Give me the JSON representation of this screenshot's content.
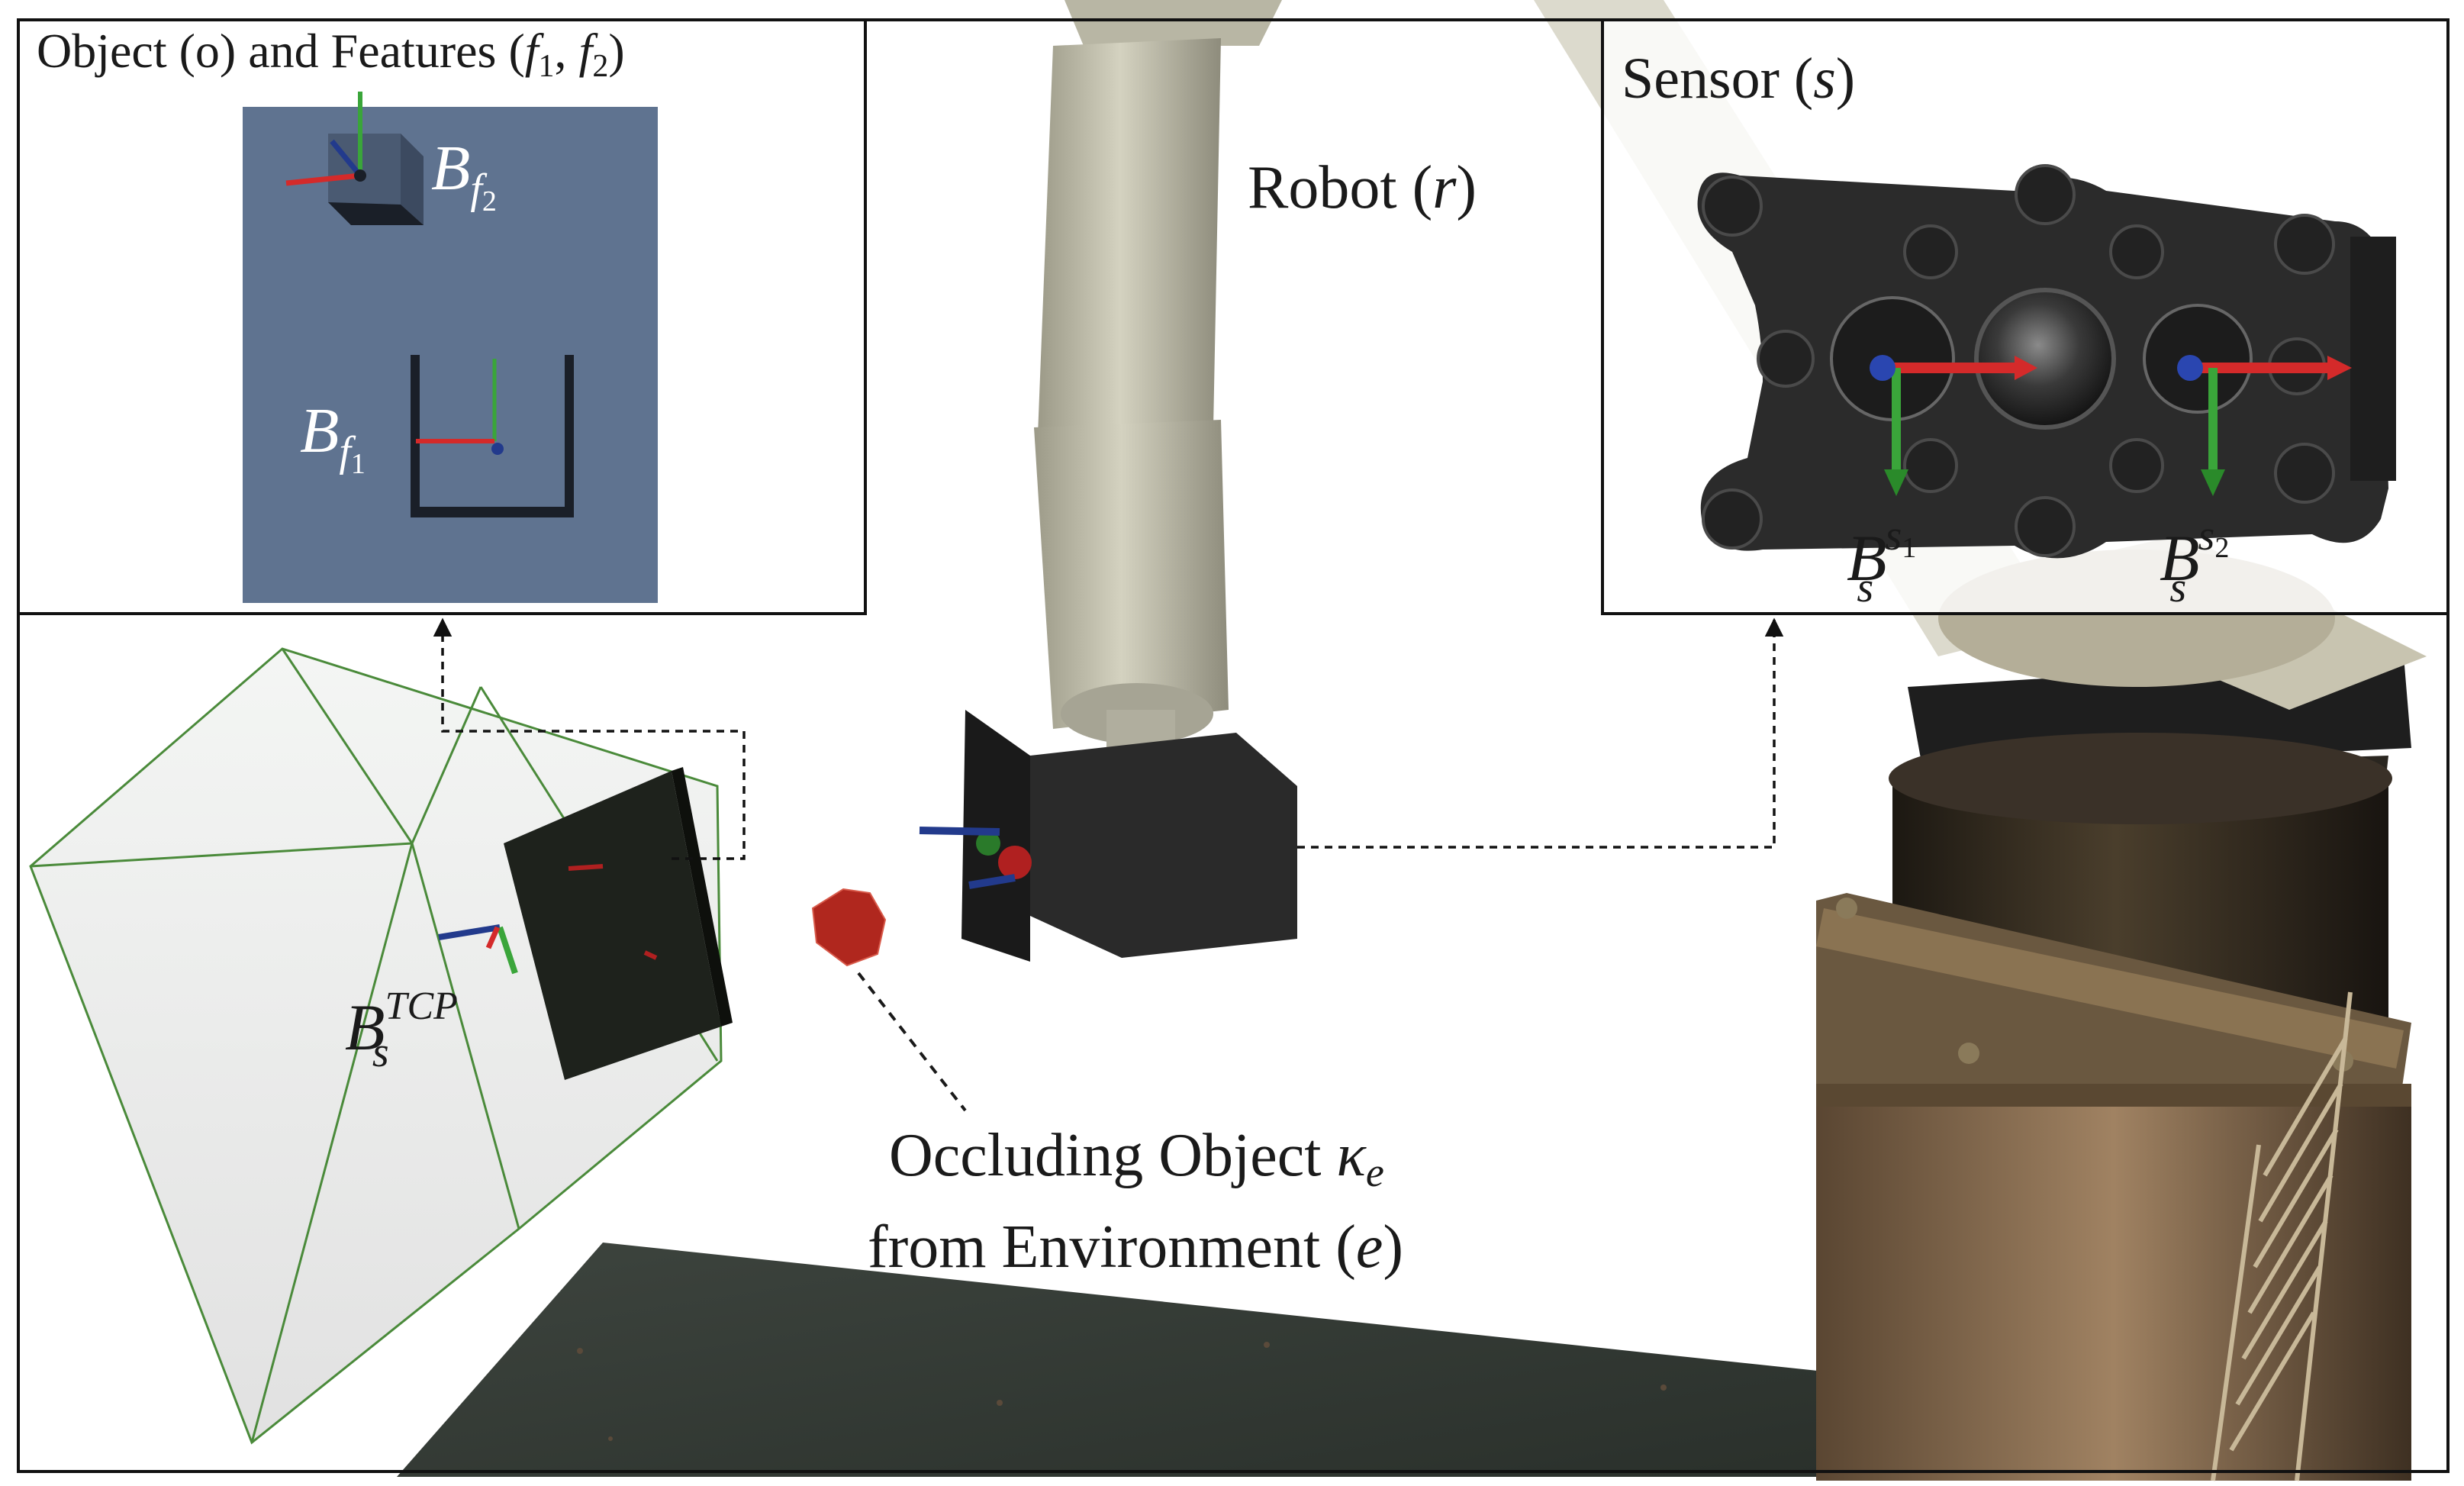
{
  "figure": {
    "panel_object": {
      "title_prefix": "Object (o) and Features (",
      "title_f": "f",
      "title_sub1": "1",
      "title_sep": ", ",
      "title_sub2": "2",
      "title_suffix": ")",
      "feature2_label": {
        "base": "B",
        "sub": "f",
        "subsub": "2"
      },
      "feature1_label": {
        "base": "B",
        "sub": "f",
        "subsub": "1"
      }
    },
    "panel_sensor": {
      "title_prefix": "Sensor (",
      "title_var": "s",
      "title_suffix": ")",
      "frame1_label": {
        "base": "B",
        "sub": "s",
        "sup": "s",
        "supsub": "1"
      },
      "frame2_label": {
        "base": "B",
        "sub": "s",
        "sup": "s",
        "supsub": "2"
      }
    },
    "robot_label": {
      "prefix": "Robot (",
      "var": "r",
      "suffix": ")"
    },
    "tcp_label": {
      "base": "B",
      "sub": "s",
      "sup": "TCP"
    },
    "occluder_label": {
      "line1_prefix": "Occluding Object ",
      "line1_kappa": "κ",
      "line1_sub": "e",
      "line2_prefix": "from Environment (",
      "line2_var": "e",
      "line2_suffix": ")"
    },
    "colors": {
      "axis_x": "#d42a2a",
      "axis_y": "#3aa53a",
      "axis_z": "#223a8c",
      "object_panel_bg": "#5f7390",
      "frustum_edge": "#4a8a3a",
      "occluder": "#b0271e",
      "robot_body": "#c8c6b4",
      "tool_dark": "#2a2a2a"
    }
  }
}
